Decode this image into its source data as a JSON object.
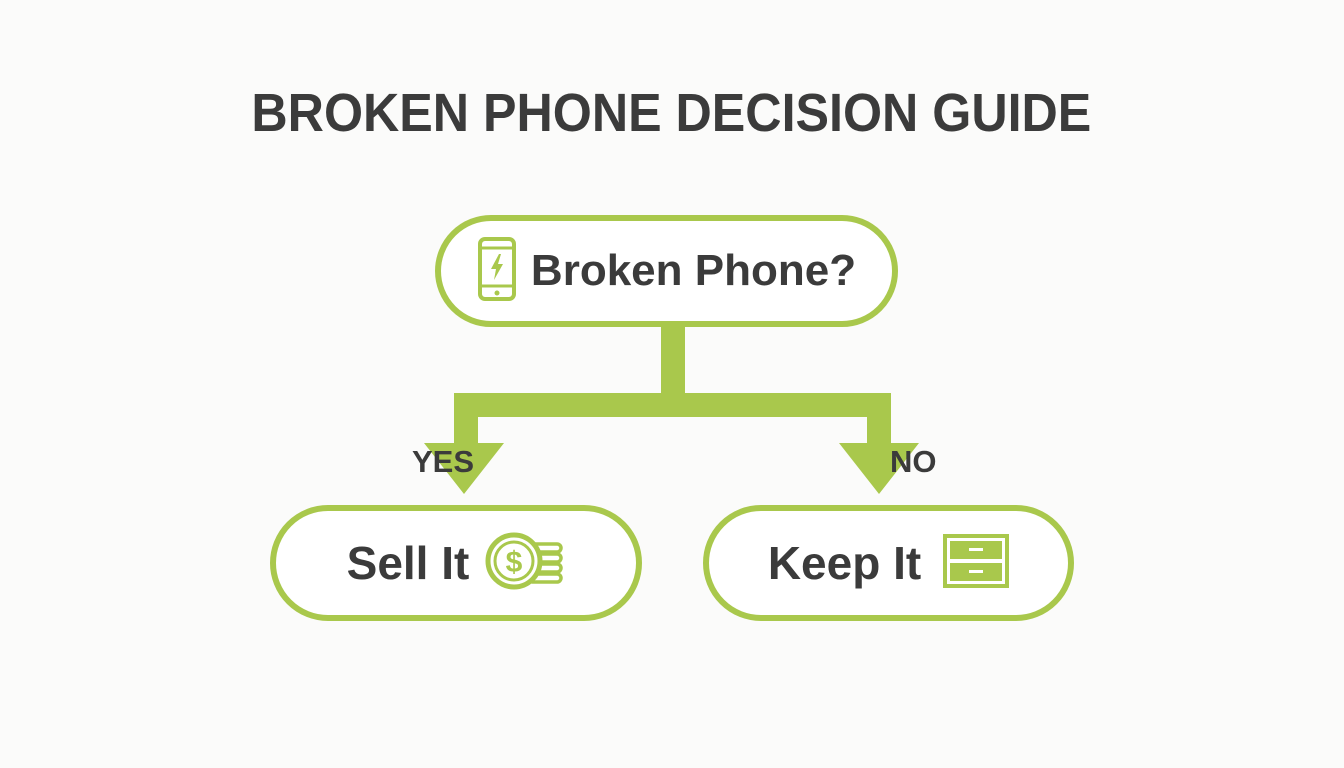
{
  "title": "BROKEN PHONE DECISION GUIDE",
  "colors": {
    "accent": "#a9c84c",
    "text": "#3b3b3b",
    "background": "#fbfbfa"
  },
  "root": {
    "label": "Broken Phone?",
    "icon": "smartphone-charging-icon"
  },
  "branches": {
    "yes": {
      "label": "YES",
      "node_label": "Sell It",
      "icon": "coins-dollar-icon"
    },
    "no": {
      "label": "NO",
      "node_label": "Keep It",
      "icon": "drawer-cabinet-icon"
    }
  }
}
